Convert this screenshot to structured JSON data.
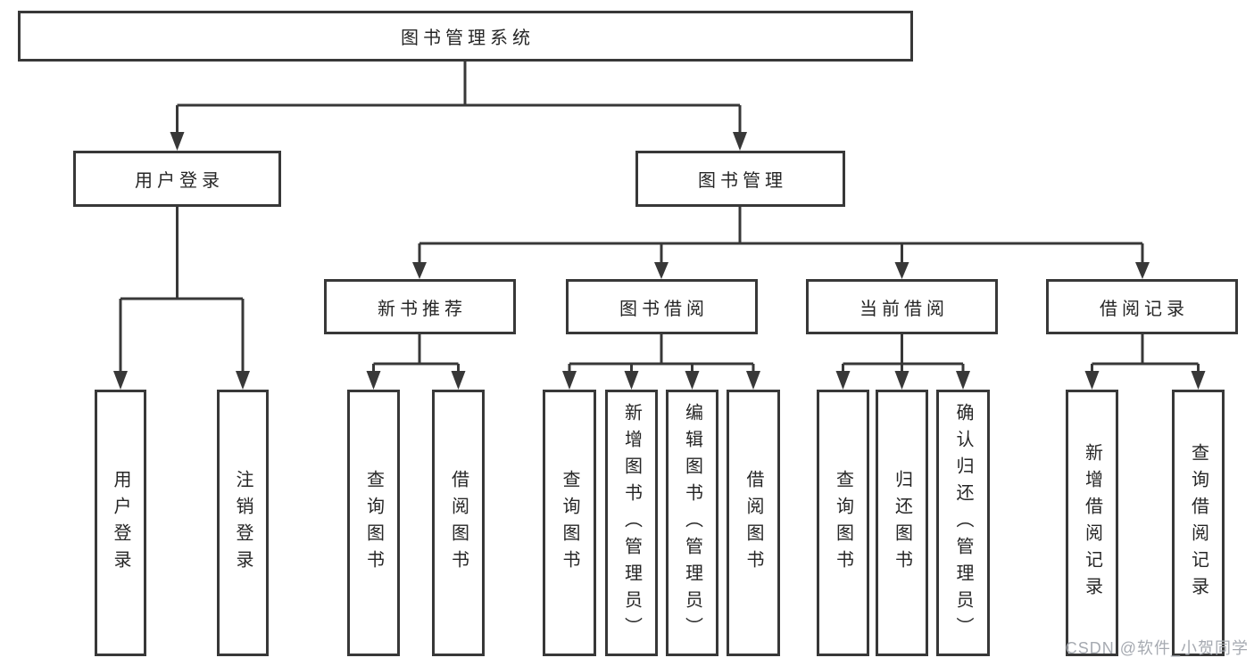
{
  "nodes": {
    "root": {
      "label": "图书管理系统"
    },
    "branches": [
      {
        "label": "用户登录",
        "children": [
          {
            "label": "用户登录"
          },
          {
            "label": "注销登录"
          }
        ]
      },
      {
        "label": "图书管理",
        "children": [
          {
            "label": "新书推荐",
            "children": [
              {
                "label": "查询图书"
              },
              {
                "label": "借阅图书"
              }
            ]
          },
          {
            "label": "图书借阅",
            "children": [
              {
                "label": "查询图书"
              },
              {
                "label": "新增图书（管理员）"
              },
              {
                "label": "编辑图书（管理员）"
              },
              {
                "label": "借阅图书"
              }
            ]
          },
          {
            "label": "当前借阅",
            "children": [
              {
                "label": "查询图书"
              },
              {
                "label": "归还图书"
              },
              {
                "label": "确认归还（管理员）"
              }
            ]
          },
          {
            "label": "借阅记录",
            "children": [
              {
                "label": "新增借阅记录"
              },
              {
                "label": "查询借阅记录"
              }
            ]
          }
        ]
      }
    ]
  },
  "watermark": {
    "text": "CSDN @软件_小贺同学",
    "color": "#a6aab1"
  },
  "colors": {
    "stroke": "#383838",
    "text": "#262626",
    "background": "#ffffff"
  }
}
